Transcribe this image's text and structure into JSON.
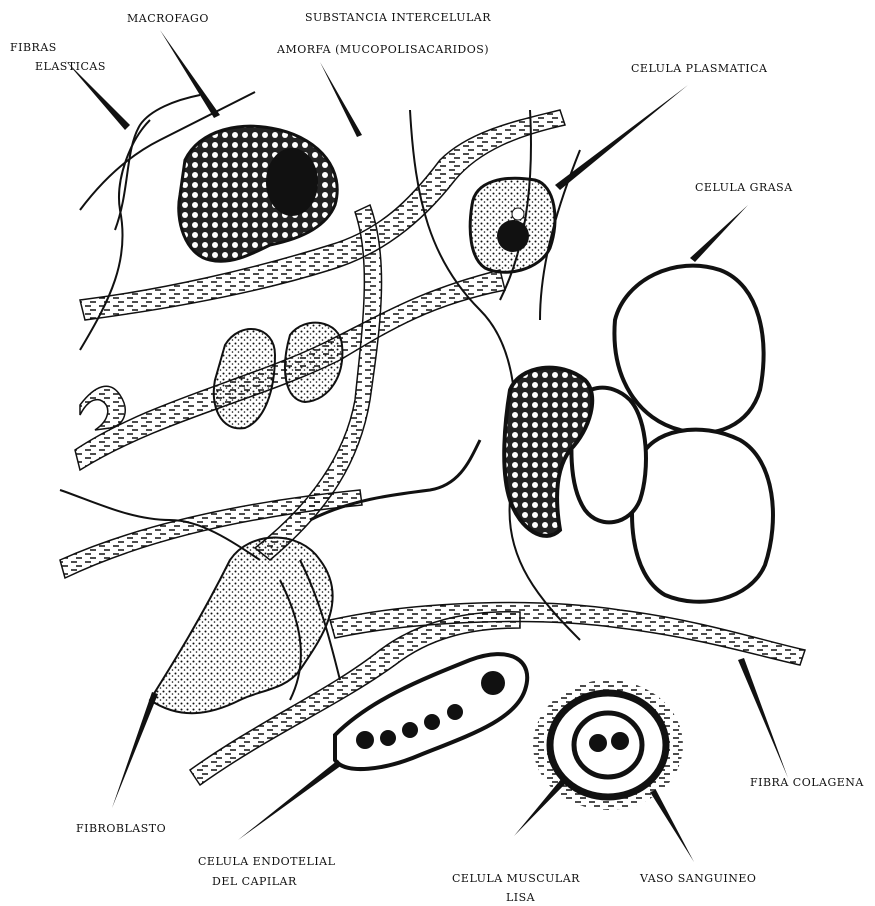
{
  "labels": {
    "fibras_elasticas_1": "FIBRAS",
    "fibras_elasticas_2": "ELASTICAS",
    "macrofago": "MACROFAGO",
    "substancia_1": "SUBSTANCIA INTERCELULAR",
    "substancia_2": "AMORFA (MUCOPOLISACARIDOS)",
    "celula_plasmatica": "CELULA PLASMATICA",
    "celula_grasa": "CELULA GRASA",
    "fibroblasto": "FIBROBLASTO",
    "endotelial_1": "CELULA ENDOTELIAL",
    "endotelial_2": "DEL CAPILAR",
    "muscular_1": "CELULA MUSCULAR",
    "muscular_2": "LISA",
    "vaso": "VASO SANGUINEO",
    "fibra_colagena": "FIBRA COLAGENA"
  },
  "colors": {
    "ink": "#111111",
    "paper": "#ffffff"
  }
}
